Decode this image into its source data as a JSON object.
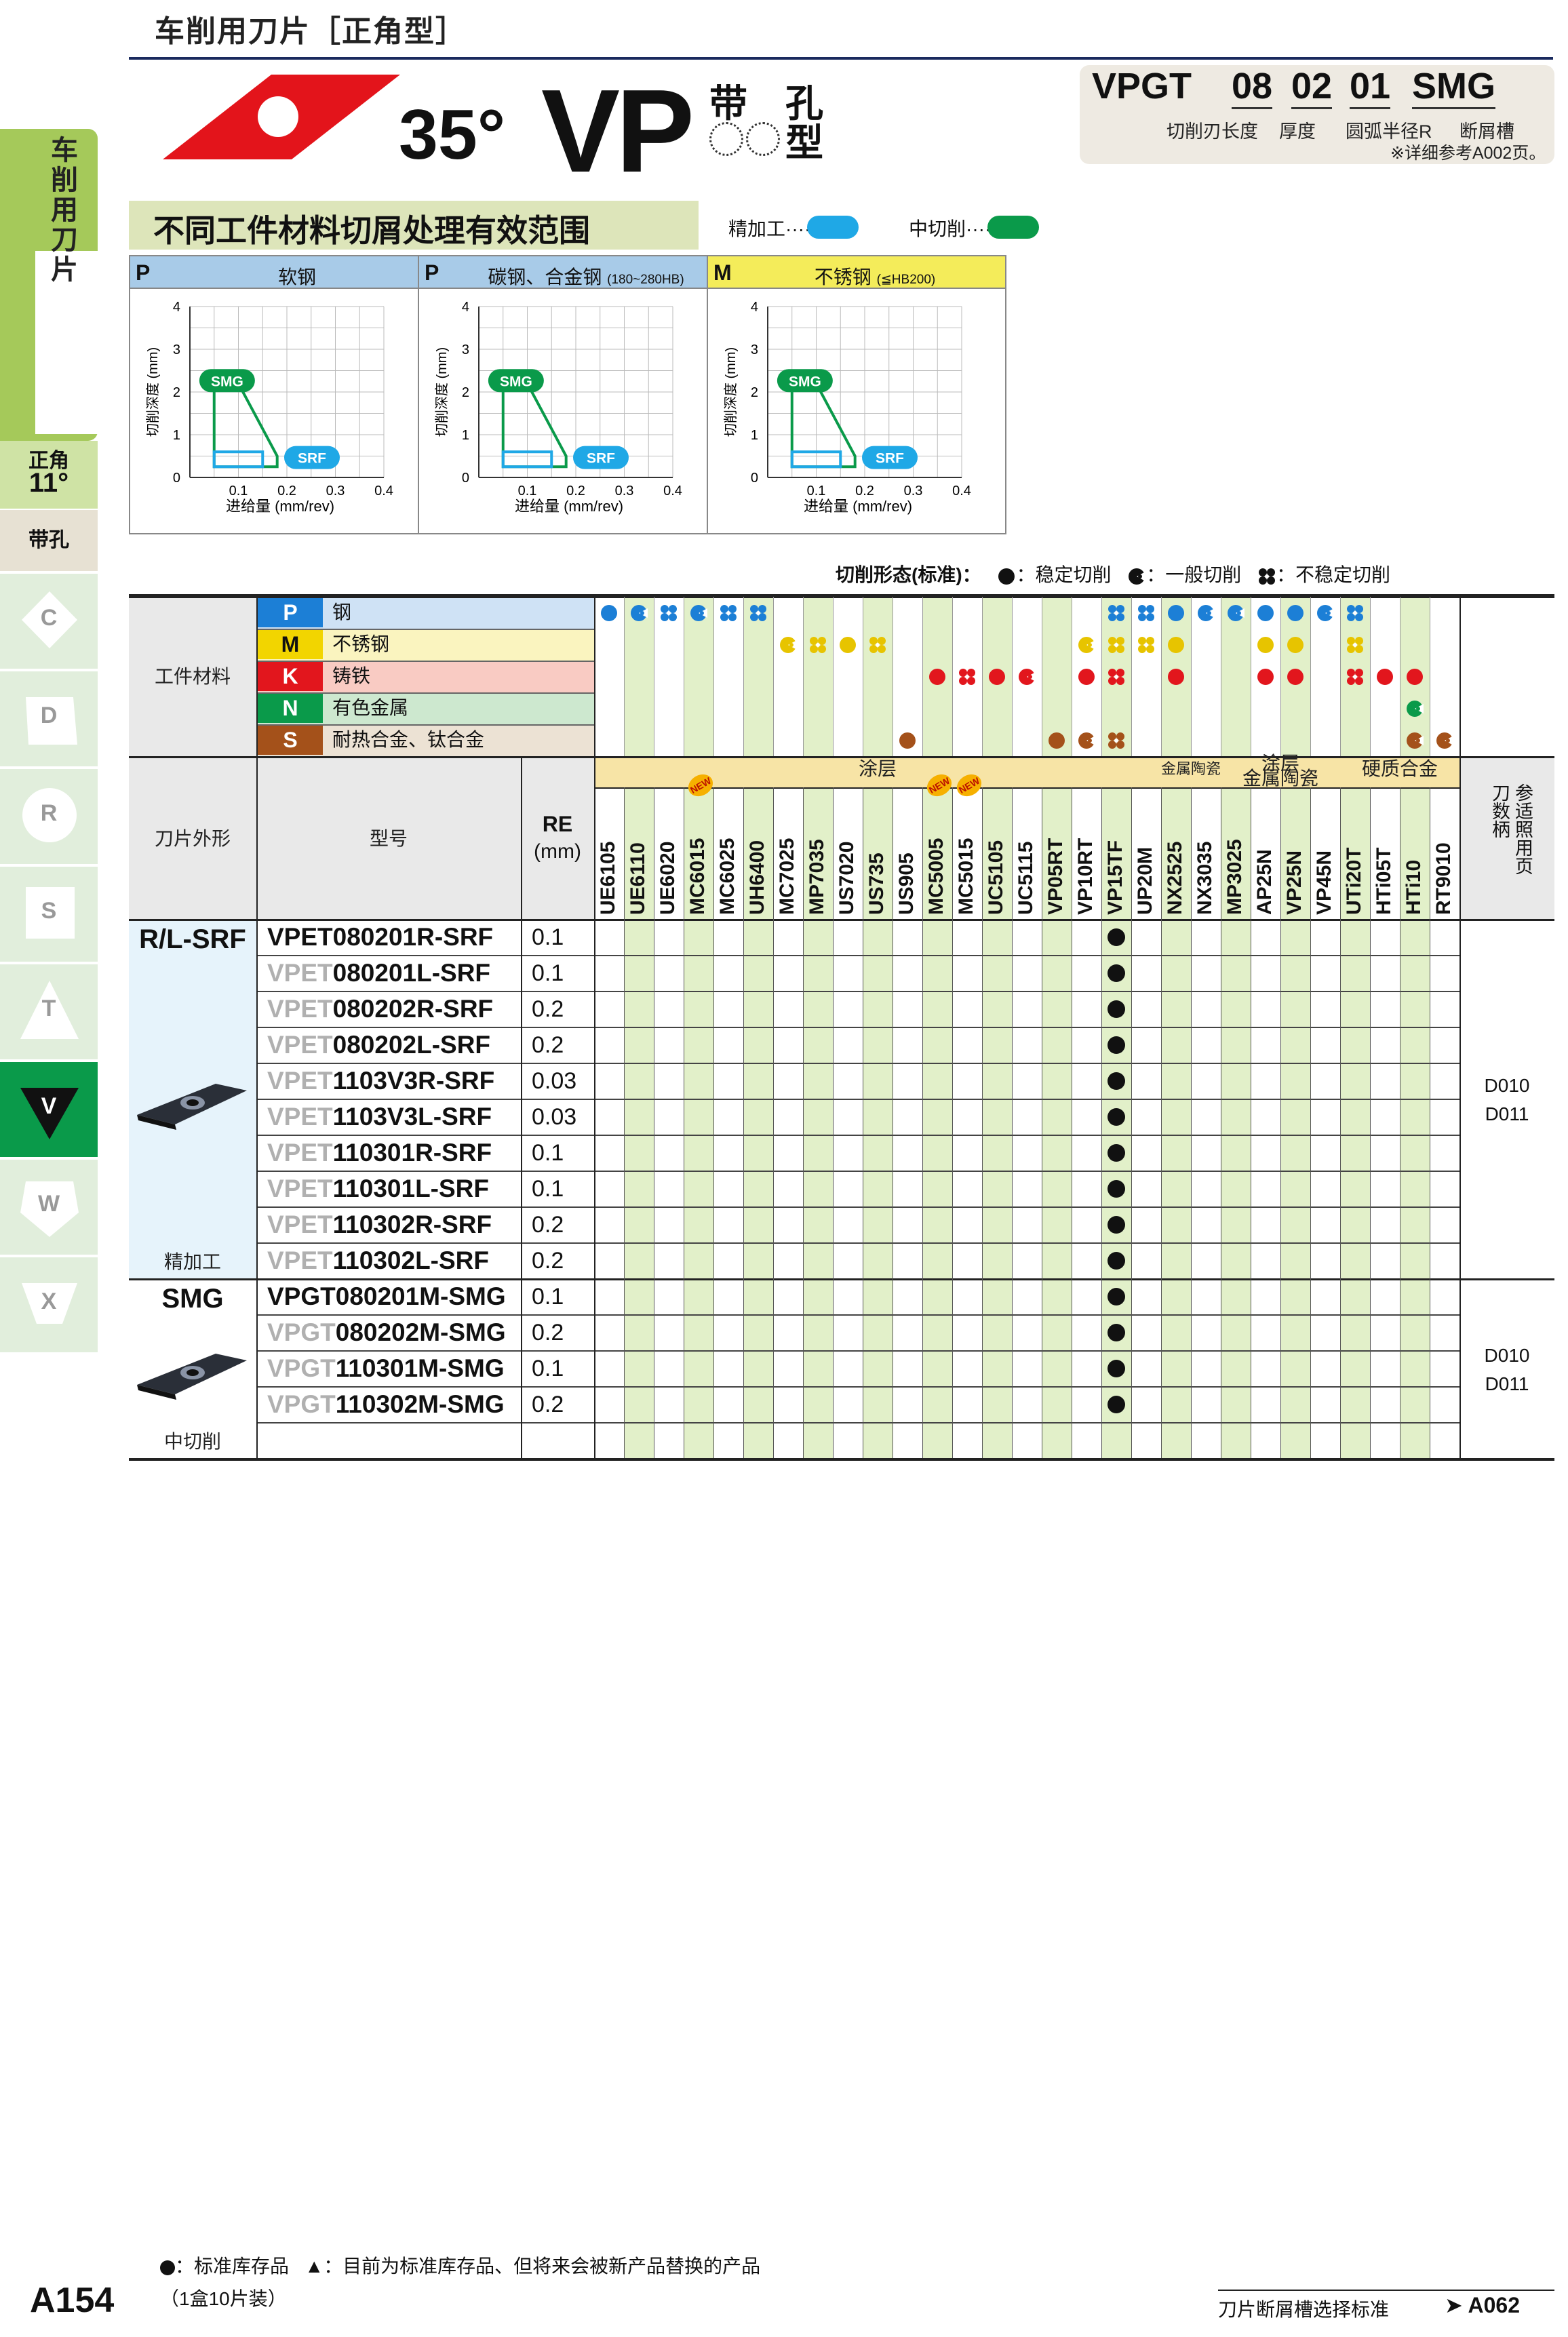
{
  "page_title": "车削用刀片［正角型］",
  "sidebar": {
    "vertical_title": "车削用刀片",
    "angle_title": "正角",
    "angle_value": "11°",
    "hole_label": "带孔",
    "tabs": [
      {
        "label": "C",
        "active": false
      },
      {
        "label": "D",
        "active": false
      },
      {
        "label": "R",
        "active": false
      },
      {
        "label": "S",
        "active": false
      },
      {
        "label": "T",
        "active": false
      },
      {
        "label": "V",
        "active": true
      },
      {
        "label": "W",
        "active": false
      },
      {
        "label": "X",
        "active": false
      }
    ]
  },
  "hero": {
    "angle": "35°",
    "code": "VP",
    "kanji_1": "带",
    "kanji_2": "孔",
    "kanji_3": "型"
  },
  "code_box": {
    "prefix": "VPGT",
    "parts": [
      "08",
      "02",
      "01",
      "SMG"
    ],
    "captions": [
      "切削刃长度",
      "厚度",
      "圆弧半径R",
      "断屑槽"
    ],
    "note": "※详细参考A002页。"
  },
  "section": {
    "title": "不同工件材料切屑处理有效范围",
    "legend_finish": "精加工······",
    "legend_medium": "中切削······",
    "color_finish": "#1fa8e6",
    "color_medium": "#0a9a4a"
  },
  "charts": [
    {
      "letter": "P",
      "title": "软钢",
      "title_small": "",
      "head_color": "#a8cbe8"
    },
    {
      "letter": "P",
      "title": "碳钢、合金钢",
      "title_small": "(180~280HB)",
      "head_color": "#a8cbe8"
    },
    {
      "letter": "M",
      "title": "不锈钢",
      "title_small": "(≦HB200)",
      "head_color": "#f4ec5a"
    }
  ],
  "chart_data": [
    {
      "type": "area",
      "title": "软钢",
      "xlabel": "进给量 (mm/rev)",
      "ylabel": "切削深度 (mm)",
      "xlim": [
        0,
        0.4
      ],
      "ylim": [
        0,
        4
      ],
      "x_ticks": [
        "0.1",
        "0.2",
        "0.3",
        "0.4"
      ],
      "y_ticks": [
        "0",
        "1",
        "2",
        "3",
        "4"
      ],
      "grid": true,
      "series": [
        {
          "name": "SMG",
          "polygon": [
            [
              0.05,
              0.25
            ],
            [
              0.05,
              2.2
            ],
            [
              0.1,
              2.2
            ],
            [
              0.18,
              0.5
            ],
            [
              0.18,
              0.25
            ]
          ]
        },
        {
          "name": "SRF",
          "polygon": [
            [
              0.05,
              0.25
            ],
            [
              0.05,
              0.6
            ],
            [
              0.15,
              0.6
            ],
            [
              0.15,
              0.25
            ]
          ]
        }
      ]
    },
    {
      "type": "area",
      "title": "碳钢、合金钢",
      "xlabel": "进给量 (mm/rev)",
      "ylabel": "切削深度 (mm)",
      "xlim": [
        0,
        0.4
      ],
      "ylim": [
        0,
        4
      ],
      "x_ticks": [
        "0.1",
        "0.2",
        "0.3",
        "0.4"
      ],
      "y_ticks": [
        "0",
        "1",
        "2",
        "3",
        "4"
      ],
      "grid": true,
      "series": [
        {
          "name": "SMG",
          "polygon": [
            [
              0.05,
              0.25
            ],
            [
              0.05,
              2.2
            ],
            [
              0.1,
              2.2
            ],
            [
              0.18,
              0.5
            ],
            [
              0.18,
              0.25
            ]
          ]
        },
        {
          "name": "SRF",
          "polygon": [
            [
              0.05,
              0.25
            ],
            [
              0.05,
              0.6
            ],
            [
              0.15,
              0.6
            ],
            [
              0.15,
              0.25
            ]
          ]
        }
      ]
    },
    {
      "type": "area",
      "title": "不锈钢",
      "xlabel": "进给量 (mm/rev)",
      "ylabel": "切削深度 (mm)",
      "xlim": [
        0,
        0.4
      ],
      "ylim": [
        0,
        4
      ],
      "x_ticks": [
        "0.1",
        "0.2",
        "0.3",
        "0.4"
      ],
      "y_ticks": [
        "0",
        "1",
        "2",
        "3",
        "4"
      ],
      "grid": true,
      "series": [
        {
          "name": "SMG",
          "polygon": [
            [
              0.05,
              0.25
            ],
            [
              0.05,
              2.2
            ],
            [
              0.1,
              2.2
            ],
            [
              0.18,
              0.5
            ],
            [
              0.18,
              0.25
            ]
          ]
        },
        {
          "name": "SRF",
          "polygon": [
            [
              0.05,
              0.25
            ],
            [
              0.05,
              0.6
            ],
            [
              0.15,
              0.6
            ],
            [
              0.15,
              0.25
            ]
          ]
        }
      ]
    }
  ],
  "cutting_forms": {
    "label": "切削形态(标准)：",
    "stable": "：稳定切削",
    "general": "：一般切削",
    "unstable": "：不稳定切削"
  },
  "table": {
    "workpiece_header": "工件材料",
    "materials": [
      {
        "letter": "P",
        "name": "钢",
        "letter_color": "#1c7fd6",
        "bg": "#cfe2f5"
      },
      {
        "letter": "M",
        "name": "不锈钢",
        "letter_color": "#f2d500",
        "bg": "#faf4bf"
      },
      {
        "letter": "K",
        "name": "铸铁",
        "letter_color": "#e2161d",
        "bg": "#f9cbc3"
      },
      {
        "letter": "N",
        "name": "有色金属",
        "letter_color": "#0a9a4a",
        "bg": "#cde8cf"
      },
      {
        "letter": "S",
        "name": "耐热合金、钛合金",
        "letter_color": "#a4511a",
        "bg": "#ece2d4"
      }
    ],
    "shape_header": "刀片外形",
    "model_header": "型号",
    "re_header": "RE",
    "re_unit": "(mm)",
    "ref_header": "参适照用页刀数柄",
    "groups": [
      {
        "label": "涂层",
        "span": [
          0,
          18
        ]
      },
      {
        "label": "金属陶瓷",
        "span": [
          19,
          20
        ]
      },
      {
        "label": "涂层\n金属陶瓷",
        "span": [
          21,
          24
        ]
      },
      {
        "label": "硬质合金",
        "span": [
          25,
          28
        ]
      }
    ],
    "grades": [
      "UE6105",
      "UE6110",
      "UE6020",
      "MC6015",
      "MC6025",
      "UH6400",
      "MC7025",
      "MP7035",
      "US7020",
      "US735",
      "US905",
      "MC5005",
      "MC5015",
      "UC5105",
      "UC5115",
      "VP05RT",
      "VP10RT",
      "VP15TF",
      "UP20M",
      "NX2525",
      "NX3035",
      "MP3025",
      "AP25N",
      "VP25N",
      "VP45N",
      "UTi20T",
      "HTi05T",
      "HTi10",
      "RT9010"
    ],
    "new_badges": [
      3,
      11,
      12
    ],
    "new_label": "NEW",
    "matrix": [
      {
        "row": 0,
        "cells": [
          [
            0,
            "s"
          ],
          [
            1,
            "g"
          ],
          [
            2,
            "u"
          ],
          [
            3,
            "g"
          ],
          [
            4,
            "u"
          ],
          [
            5,
            "u"
          ],
          [
            17,
            "u"
          ],
          [
            18,
            "u"
          ],
          [
            19,
            "s"
          ],
          [
            20,
            "g"
          ],
          [
            21,
            "g"
          ],
          [
            22,
            "s"
          ],
          [
            23,
            "s"
          ],
          [
            24,
            "g"
          ],
          [
            25,
            "u"
          ]
        ]
      },
      {
        "row": 1,
        "cells": [
          [
            6,
            "g"
          ],
          [
            7,
            "u"
          ],
          [
            8,
            "s"
          ],
          [
            9,
            "u"
          ],
          [
            16,
            "g"
          ],
          [
            17,
            "u"
          ],
          [
            18,
            "u"
          ],
          [
            19,
            "s"
          ],
          [
            22,
            "s"
          ],
          [
            23,
            "s"
          ],
          [
            25,
            "u"
          ]
        ]
      },
      {
        "row": 2,
        "cells": [
          [
            11,
            "s"
          ],
          [
            12,
            "u"
          ],
          [
            13,
            "s"
          ],
          [
            14,
            "g"
          ],
          [
            16,
            "s"
          ],
          [
            17,
            "u"
          ],
          [
            19,
            "s"
          ],
          [
            22,
            "s"
          ],
          [
            23,
            "s"
          ],
          [
            25,
            "u"
          ],
          [
            26,
            "s"
          ],
          [
            27,
            "s"
          ]
        ]
      },
      {
        "row": 3,
        "cells": [
          [
            27,
            "g"
          ]
        ]
      },
      {
        "row": 4,
        "cells": [
          [
            10,
            "s"
          ],
          [
            15,
            "s"
          ],
          [
            16,
            "g"
          ],
          [
            17,
            "u"
          ],
          [
            27,
            "g"
          ],
          [
            28,
            "g"
          ]
        ]
      }
    ],
    "sections": [
      {
        "label": "R/L-SRF",
        "sub": "精加工",
        "ref": [
          "D010",
          "D011"
        ],
        "rows": [
          {
            "pre": "",
            "model": "VPET080201R-SRF",
            "re": "0.1"
          },
          {
            "pre": "VPET",
            "model": "080201L-SRF",
            "re": "0.1"
          },
          {
            "pre": "VPET",
            "model": "080202R-SRF",
            "re": "0.2"
          },
          {
            "pre": "VPET",
            "model": "080202L-SRF",
            "re": "0.2"
          },
          {
            "pre": "VPET",
            "model": "1103V3R-SRF",
            "re": "0.03"
          },
          {
            "pre": "VPET",
            "model": "1103V3L-SRF",
            "re": "0.03"
          },
          {
            "pre": "VPET",
            "model": "110301R-SRF",
            "re": "0.1"
          },
          {
            "pre": "VPET",
            "model": "110301L-SRF",
            "re": "0.1"
          },
          {
            "pre": "VPET",
            "model": "110302R-SRF",
            "re": "0.2"
          },
          {
            "pre": "VPET",
            "model": "110302L-SRF",
            "re": "0.2"
          }
        ]
      },
      {
        "label": "SMG",
        "sub": "中切削",
        "ref": [
          "D010",
          "D011"
        ],
        "rows": [
          {
            "pre": "",
            "model": "VPGT080201M-SMG",
            "re": "0.1"
          },
          {
            "pre": "VPGT",
            "model": "080202M-SMG",
            "re": "0.2"
          },
          {
            "pre": "VPGT",
            "model": "110301M-SMG",
            "re": "0.1"
          },
          {
            "pre": "VPGT",
            "model": "110302M-SMG",
            "re": "0.2"
          }
        ]
      }
    ],
    "stock_grade_index": 17
  },
  "footer": {
    "legend_stock": "：标准库存品",
    "legend_replace": "：目前为标准库存品、但将来会被新产品替换的产品",
    "box_note": "（1盒10片装）",
    "page_number": "A154",
    "ref_text": "刀片断屑槽选择标准",
    "ref_page": "A062"
  }
}
